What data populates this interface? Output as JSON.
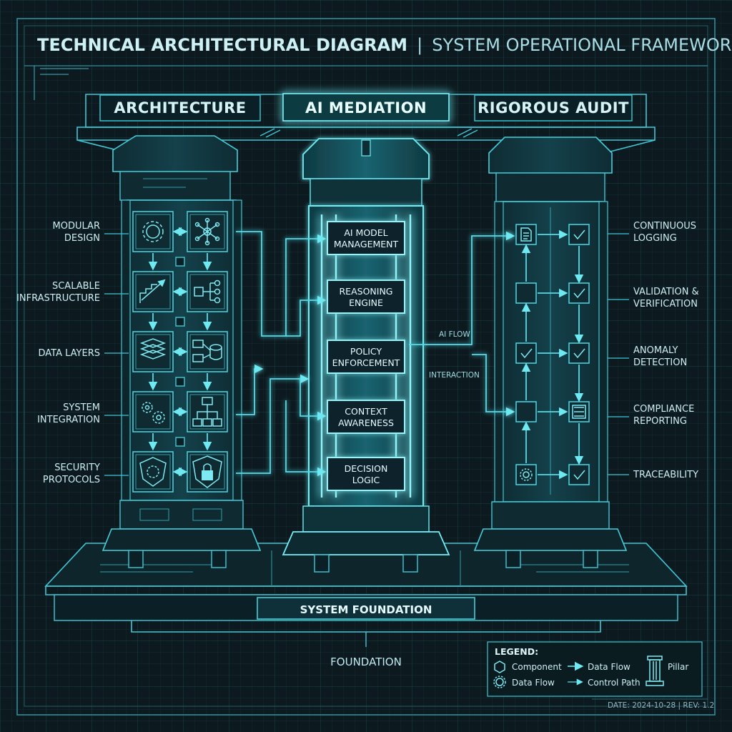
{
  "title": {
    "main": "TECHNICAL ARCHITECTURAL DIAGRAM",
    "separator": "|",
    "sub": "SYSTEM OPERATIONAL FRAMEWORK"
  },
  "pillars": [
    {
      "id": "architecture",
      "label": "ARCHITECTURE"
    },
    {
      "id": "ai-mediation",
      "label": "AI MEDIATION"
    },
    {
      "id": "rigorous-audit",
      "label": "RIGOROUS AUDIT"
    }
  ],
  "left_labels": [
    {
      "line1": "MODULAR",
      "line2": "DESIGN"
    },
    {
      "line1": "SCALABLE",
      "line2": "INFRASTRUCTURE"
    },
    {
      "line1": "DATA LAYERS",
      "line2": ""
    },
    {
      "line1": "SYSTEM",
      "line2": "INTEGRATION"
    },
    {
      "line1": "SECURITY",
      "line2": "PROTOCOLS"
    }
  ],
  "center_boxes": [
    {
      "line1": "AI MODEL",
      "line2": "MANAGEMENT"
    },
    {
      "line1": "REASONING",
      "line2": "ENGINE"
    },
    {
      "line1": "POLICY",
      "line2": "ENFORCEMENT"
    },
    {
      "line1": "CONTEXT",
      "line2": "AWARENESS"
    },
    {
      "line1": "DECISION",
      "line2": "LOGIC"
    }
  ],
  "right_labels": [
    {
      "line1": "CONTINUOUS",
      "line2": "LOGGING"
    },
    {
      "line1": "VALIDATION &",
      "line2": "VERIFICATION"
    },
    {
      "line1": "ANOMALY",
      "line2": "DETECTION"
    },
    {
      "line1": "COMPLIANCE",
      "line2": "REPORTING"
    },
    {
      "line1": "TRACEABILITY",
      "line2": ""
    }
  ],
  "flow_labels": {
    "ai_flow": "AI FLOW",
    "interaction": "INTERACTION"
  },
  "foundation": {
    "bar_label": "SYSTEM FOUNDATION",
    "caption": "FOUNDATION"
  },
  "legend": {
    "heading": "LEGEND:",
    "items": [
      "Component",
      "Data Flow",
      "Data Flow",
      "Control Path",
      "Pillar"
    ]
  },
  "footer": {
    "date": "DATE: 2024-10-28 | REV: 1.2"
  },
  "colors": {
    "background": "#0c1a1f",
    "accent": "#3fc7d6",
    "glow": "#68e6f0"
  }
}
